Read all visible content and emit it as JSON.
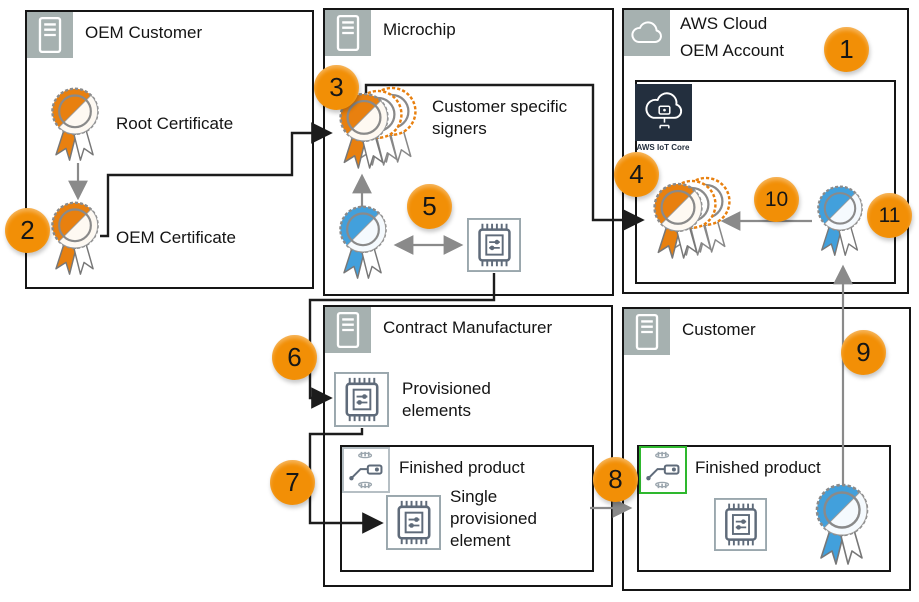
{
  "diagram": {
    "oem_customer": {
      "title": "OEM Customer",
      "root_certificate": "Root Certificate",
      "oem_certificate": "OEM Certificate"
    },
    "microchip": {
      "title": "Microchip",
      "signers": "Customer specific signers"
    },
    "aws": {
      "title_line1": "AWS Cloud",
      "title_line2": "OEM Account",
      "iot_core": "AWS IoT Core"
    },
    "contract_manufacturer": {
      "title": "Contract Manufacturer",
      "provisioned_elements": "Provisioned elements",
      "finished_product": "Finished product",
      "single_provisioned_element": "Single provisioned element"
    },
    "customer": {
      "title": "Customer",
      "finished_product": "Finished product"
    },
    "badges": [
      "1",
      "2",
      "3",
      "4",
      "5",
      "6",
      "7",
      "8",
      "9",
      "10",
      "11"
    ]
  },
  "colors": {
    "badge_orange": "#f28f06",
    "ribbon_orange": "#e8800f",
    "ribbon_blue": "#42a0dc",
    "header_gray": "#a6b1b0",
    "iot_core_bg": "#232f3e",
    "product_green": "#2eb82e",
    "line_black": "#1c1c1c",
    "line_gray": "#8a8a8a",
    "chip_gray": "#5f6b7a"
  }
}
